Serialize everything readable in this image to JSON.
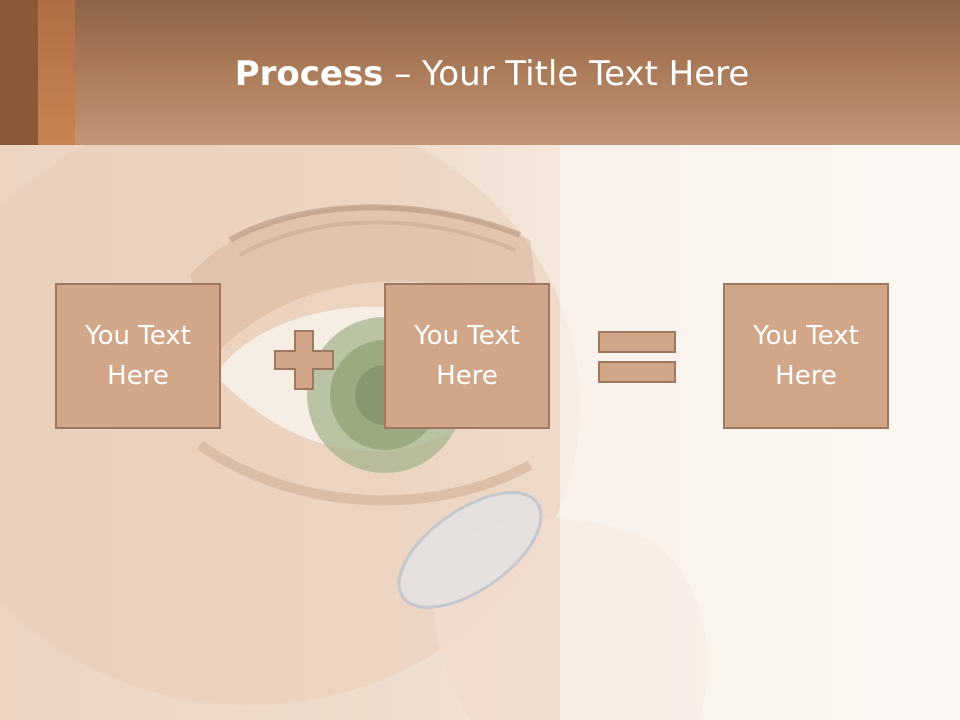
{
  "slide": {
    "title_bold": "Process",
    "title_rest": " – Your Title Text Here"
  },
  "boxes": [
    {
      "text": "You Text Here"
    },
    {
      "text": "You Text Here"
    },
    {
      "text": "You Text Here"
    }
  ],
  "operators": {
    "first": "plus",
    "second": "equals"
  },
  "colors": {
    "header": "#a77755",
    "box_fill": "#d2a688",
    "box_border": "#9e7860",
    "text": "#ffffff"
  }
}
